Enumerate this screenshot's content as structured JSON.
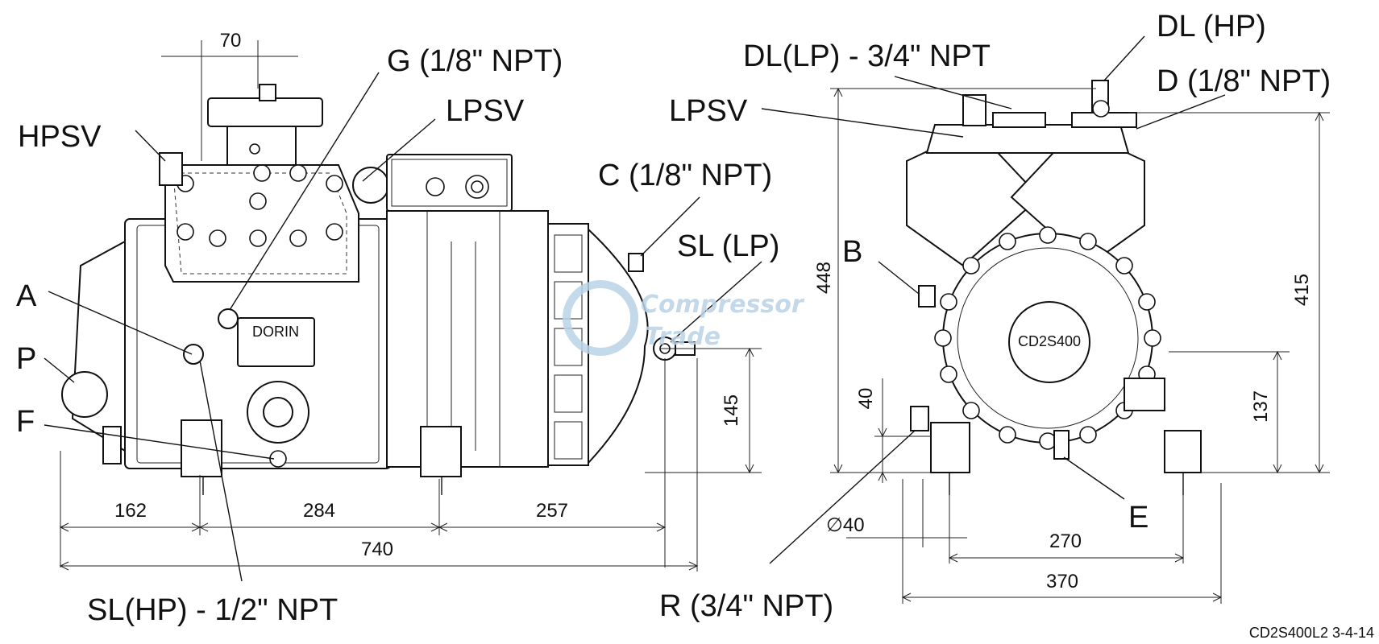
{
  "labels": {
    "hpsv": "HPSV",
    "g_left": "G (1/8\" NPT)",
    "lpsv_left": "LPSV",
    "c": "C (1/8\" NPT)",
    "sl_lp": "SL (LP)",
    "a": "A",
    "p": "P",
    "f": "F",
    "sl_hp": "SL(HP) - 1/2\" NPT",
    "dl_lp": "DL(LP) - 3/4\" NPT",
    "dl_hp": "DL (HP)",
    "d": "D (1/8\" NPT)",
    "lpsv_right": "LPSV",
    "b": "B",
    "e": "E",
    "r": "R (3/4\" NPT)"
  },
  "dimensions": {
    "top_70": "70",
    "left_162": "162",
    "left_284": "284",
    "left_257": "257",
    "left_740": "740",
    "left_145": "145",
    "right_448": "448",
    "right_415": "415",
    "right_40": "40",
    "right_137": "137",
    "right_dia40": "∅40",
    "right_270": "270",
    "right_370": "370"
  },
  "plate_text": "DORIN",
  "watermark": {
    "line1": "Compressor",
    "line2": "Trade"
  },
  "drawing_code": "CD2S400L2  3-4-14"
}
